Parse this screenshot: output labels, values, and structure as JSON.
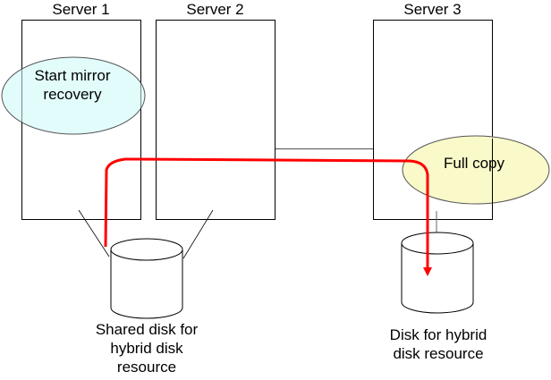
{
  "diagram": {
    "servers": [
      {
        "id": "server1",
        "label": "Server 1"
      },
      {
        "id": "server2",
        "label": "Server 2"
      },
      {
        "id": "server3",
        "label": "Server 3"
      }
    ],
    "callouts": {
      "start_mirror_recovery": {
        "line1": "Start mirror",
        "line2": "recovery",
        "fill": "#DDFBFB"
      },
      "full_copy": {
        "text": "Full copy",
        "fill": "#FAF8C3"
      }
    },
    "disks": {
      "shared": {
        "line1": "Shared disk for",
        "line2": "hybrid disk",
        "line3": "resource"
      },
      "local": {
        "line1": "Disk for hybrid",
        "line2": "disk resource"
      }
    },
    "flow_color": "#FF0000"
  }
}
